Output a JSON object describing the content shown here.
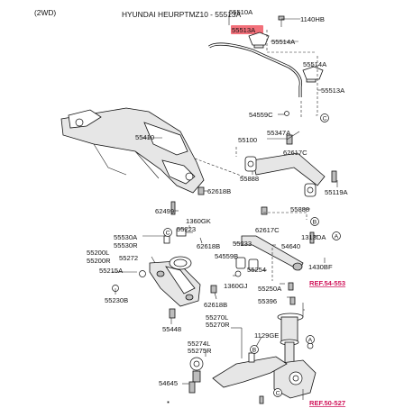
{
  "header": {
    "drive": "(2WD)",
    "title": "HYUNDAI HEURPTMZ10 - 55513A"
  },
  "highlight": {
    "part": "55513A",
    "color": "#f2707a"
  },
  "ref_color": "#d0145a",
  "labels": {
    "p55510A": "55510A",
    "p1140HB": "1140HB",
    "p55513A": "55513A",
    "p55514A_1": "55514A",
    "p55514A_2": "55514A",
    "p55513A_2": "55513A",
    "p54559C": "54559C",
    "p55410": "55410",
    "p55100": "55100",
    "p55347A": "55347A",
    "p62617C_1": "62617C",
    "p55888_1": "55888",
    "p55119A": "55119A",
    "p62618B_1": "62618B",
    "p55888_2": "55888",
    "p62499": "62499",
    "p1360GK": "1360GK",
    "p55223": "55223",
    "p55530A": "55530A",
    "p55530R": "55530R",
    "p62618B_2": "62618B",
    "p62617C_2": "62617C",
    "p55233": "55233",
    "p54640": "54640",
    "p1313DA": "1313DA",
    "p55200L": "55200L",
    "p55200R": "55200R",
    "p55272": "55272",
    "p54559B": "54559B",
    "p1430BF": "1430BF",
    "p55215A": "55215A",
    "p55254": "55254",
    "p55230B": "55230B",
    "p1360GJ": "1360GJ",
    "p55250A": "55250A",
    "p62618B_3": "62618B",
    "p55396": "55396",
    "p55448": "55448",
    "p55270L": "55270L",
    "p55270R": "55270R",
    "p1129GE": "1129GE",
    "p55274L": "55274L",
    "p55275R": "55275R",
    "p54645": "54645"
  },
  "refs": {
    "ref1": "REF.54-553",
    "ref2": "REF.50-527"
  },
  "callouts": {
    "a": "A",
    "b": "B",
    "c": "C"
  }
}
